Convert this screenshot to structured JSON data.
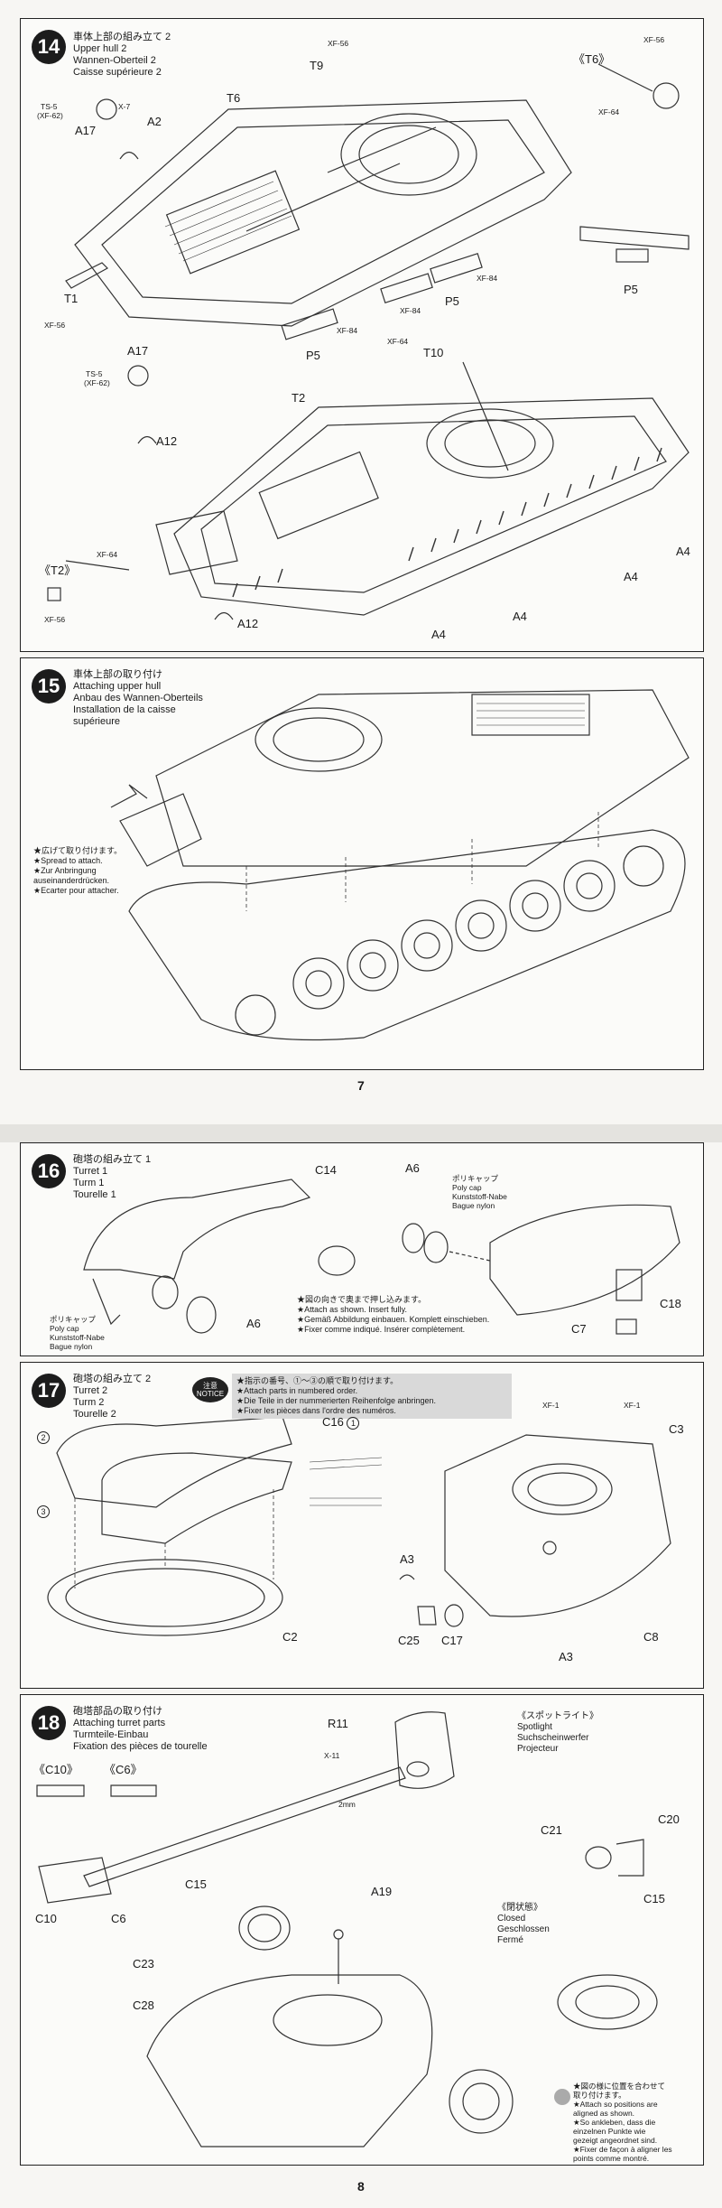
{
  "page7": {
    "number": "7",
    "step14": {
      "badge": "14",
      "title_jp": "車体上部の組み立て 2",
      "title_en": "Upper hull 2",
      "title_de": "Wannen-Oberteil 2",
      "title_fr": "Caisse supérieure 2",
      "labels": {
        "xf56_top": "XF-56",
        "t9": "T9",
        "t6": "T6",
        "a2": "A2",
        "ts5_top": "TS-5",
        "xf62_top": "(XF-62)",
        "x7": "X-7",
        "a17_top": "A17",
        "t1": "T1",
        "xf56_left": "XF-56",
        "a17_bottom": "A17",
        "ts5_bottom": "TS-5",
        "xf62_bottom": "(XF-62)",
        "p5_left": "P5",
        "xf84_a": "XF-84",
        "xf84_b": "XF-84",
        "xf84_c": "XF-84",
        "p5_mid": "P5",
        "t6_inset": "《T6》",
        "xf56_inset": "XF-56",
        "xf64_inset": "XF-64",
        "p5_inset": "P5",
        "xf64_t10": "XF-64",
        "t10": "T10",
        "t2": "T2",
        "a12_top": "A12",
        "t2_inset": "《T2》",
        "xf64_t2": "XF-64",
        "xf56_t2": "XF-56",
        "a12_bottom": "A12",
        "a4_a": "A4",
        "a4_b": "A4",
        "a4_c": "A4",
        "a4_d": "A4"
      }
    },
    "step15": {
      "badge": "15",
      "title_jp": "車体上部の取り付け",
      "title_en": "Attaching upper hull",
      "title_de": "Anbau des Wannen-Oberteils",
      "title_fr": "Installation de la caisse",
      "title_fr2": "supérieure",
      "note1": "★広げて取り付けます。",
      "note2": "★Spread to attach.",
      "note3": "★Zur Anbringung",
      "note4": "auseinanderdrücken.",
      "note5": "★Ecarter pour attacher."
    }
  },
  "page8": {
    "number": "8",
    "step16": {
      "badge": "16",
      "title_jp": "砲塔の組み立て 1",
      "title_en": "Turret 1",
      "title_de": "Turm 1",
      "title_fr": "Tourelle 1",
      "c14": "C14",
      "a6_top": "A6",
      "polycap_jp": "ポリキャップ",
      "polycap_en": "Poly cap",
      "polycap_de": "Kunststoff-Nabe",
      "polycap_fr": "Bague nylon",
      "polycap2_jp": "ポリキャップ",
      "polycap2_en": "Poly cap",
      "polycap2_de": "Kunststoff-Nabe",
      "polycap2_fr": "Bague nylon",
      "a6_bottom": "A6",
      "note1": "★図の向きで奥まで押し込みます。",
      "note2": "★Attach as shown. Insert fully.",
      "note3": "★Gemäß Abbildung einbauen. Komplett einschieben.",
      "note4": "★Fixer comme indiqué. Insérer complètement.",
      "c7": "C7",
      "c18": "C18"
    },
    "step17": {
      "badge": "17",
      "title_jp": "砲塔の組み立て 2",
      "title_en": "Turret 2",
      "title_de": "Turm 2",
      "title_fr": "Tourelle 2",
      "notice_jp": "注意",
      "notice_en": "NOTICE",
      "notice1": "★指示の番号、①〜③の順で取り付けます。",
      "notice2": "★Attach parts in numbered order.",
      "notice3": "★Die Teile in der nummerierten Reihenfolge anbringen.",
      "notice4": "★Fixer les pièces dans l'ordre des numéros.",
      "c16": "C16",
      "n1": "1",
      "n2": "2",
      "n3": "3",
      "c2": "C2",
      "xf1_a": "XF-1",
      "xf1_b": "XF-1",
      "c3": "C3",
      "a3_a": "A3",
      "c25": "C25",
      "c17": "C17",
      "a3_b": "A3",
      "c8": "C8"
    },
    "step18": {
      "badge": "18",
      "title_jp": "砲塔部品の取り付け",
      "title_en": "Attaching turret parts",
      "title_de": "Turmteile-Einbau",
      "title_fr": "Fixation des pièces de tourelle",
      "r11": "R11",
      "c10_inset": "《C10》",
      "c6_inset": "《C6》",
      "x11": "X-11",
      "twomm": "2mm",
      "c10": "C10",
      "c6": "C6",
      "c15_a": "C15",
      "a19": "A19",
      "c23": "C23",
      "c28": "C28",
      "spot_jp": "《スポットライト》",
      "spot_en": "Spotlight",
      "spot_de": "Suchscheinwerfer",
      "spot_fr": "Projecteur",
      "c21": "C21",
      "c20": "C20",
      "closed_jp": "《閉状態》",
      "closed_en": "Closed",
      "closed_de": "Geschlossen",
      "closed_fr": "Fermé",
      "c15_b": "C15",
      "align1": "★図の様に位置を合わせて",
      "align1b": "取り付けます。",
      "align2": "★Attach so positions are",
      "align2b": "aligned as shown.",
      "align3": "★So ankleben, dass die",
      "align3b": "einzelnen Punkte wie",
      "align3c": "gezeigt angeordnet sind.",
      "align4": "★Fixer de façon à aligner les",
      "align4b": "points comme montré."
    }
  }
}
